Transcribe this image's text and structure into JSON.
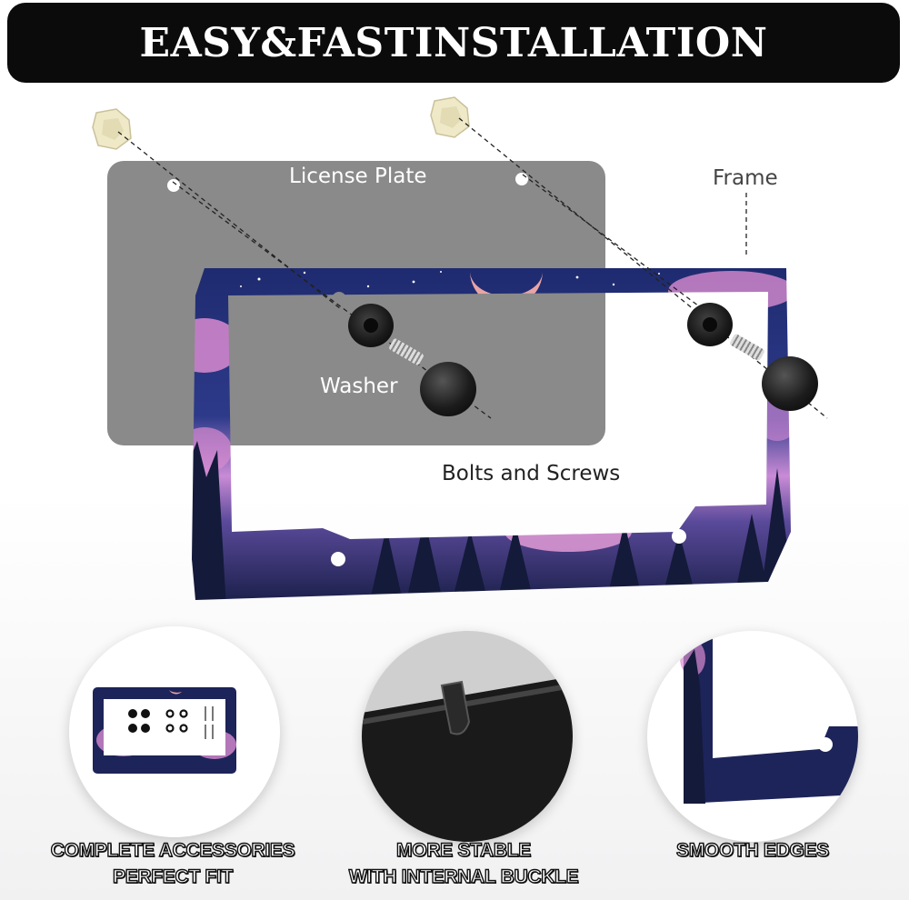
{
  "banner": {
    "title": "EASY&FASTINSTALLATION"
  },
  "diagram": {
    "license_plate_label": "License Plate",
    "frame_label": "Frame",
    "washer_label": "Washer",
    "bolts_label": "Bolts and Screws"
  },
  "features": [
    {
      "line1": "COMPLETE ACCESSORIES",
      "line2": "PERFECT FIT"
    },
    {
      "line1": "MORE STABLE",
      "line2": "WITH INTERNAL BUCKLE"
    },
    {
      "line1": "SMOOTH EDGES",
      "line2": ""
    }
  ],
  "colors": {
    "banner_bg": "#0b0b0b",
    "plate_gray": "#8a8a8a",
    "frame_navy": "#1d2459",
    "cloud_pink": "#d98bd0"
  }
}
